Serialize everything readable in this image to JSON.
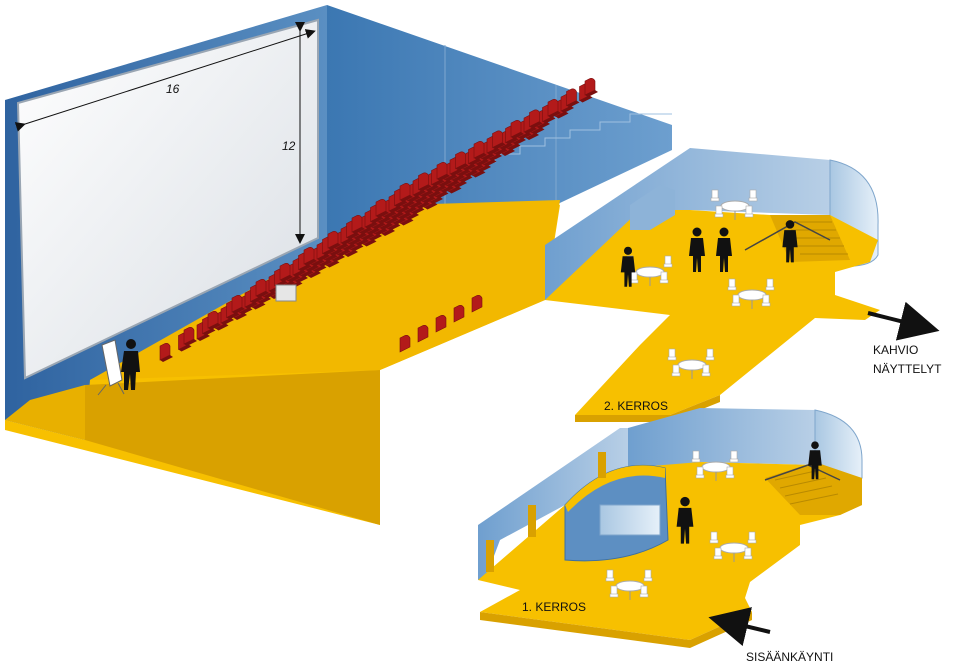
{
  "screen": {
    "width_label": "16",
    "height_label": "12"
  },
  "floors": {
    "upper": "2. KERROS",
    "lower": "1. KERROS"
  },
  "exits": {
    "cafe": "KAHVIO",
    "exhibitions": "NÄYTTELYT",
    "entrance": "SISÄÄNKÄYNTI"
  },
  "colors": {
    "wall_blue": "#3d74a8",
    "wall_blue_light": "#7fa6cc",
    "floor_yellow": "#f7c000",
    "floor_yellow_dark": "#d9a100",
    "seat_red": "#b31a1a",
    "seat_red_dark": "#7a0f0f",
    "screen_white": "#f4f6f8"
  }
}
